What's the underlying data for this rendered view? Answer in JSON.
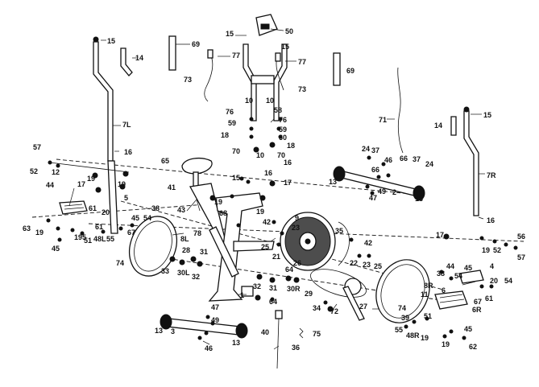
{
  "diagram": {
    "callouts": [
      {
        "id": "c1",
        "text": "15"
      },
      {
        "id": "c2",
        "text": "14"
      },
      {
        "id": "c3",
        "text": "69"
      },
      {
        "id": "c4",
        "text": "50"
      },
      {
        "id": "c5",
        "text": "15"
      },
      {
        "id": "c6",
        "text": "15"
      },
      {
        "id": "c7",
        "text": "77"
      },
      {
        "id": "c8",
        "text": "77"
      },
      {
        "id": "c9",
        "text": "73"
      },
      {
        "id": "c10",
        "text": "73"
      },
      {
        "id": "c11",
        "text": "69"
      },
      {
        "id": "c12",
        "text": "10"
      },
      {
        "id": "c13",
        "text": "10"
      },
      {
        "id": "c14",
        "text": "58"
      },
      {
        "id": "c15",
        "text": "7L"
      },
      {
        "id": "c16",
        "text": "76"
      },
      {
        "id": "c17",
        "text": "76"
      },
      {
        "id": "c18",
        "text": "59"
      },
      {
        "id": "c19",
        "text": "59"
      },
      {
        "id": "c20",
        "text": "18"
      },
      {
        "id": "c21",
        "text": "60"
      },
      {
        "id": "c22",
        "text": "18"
      },
      {
        "id": "c23",
        "text": "71"
      },
      {
        "id": "c24",
        "text": "14"
      },
      {
        "id": "c25",
        "text": "15"
      },
      {
        "id": "c26",
        "text": "57"
      },
      {
        "id": "c27",
        "text": "52"
      },
      {
        "id": "c28",
        "text": "16"
      },
      {
        "id": "c29",
        "text": "70"
      },
      {
        "id": "c30",
        "text": "10"
      },
      {
        "id": "c31",
        "text": "70"
      },
      {
        "id": "c32",
        "text": "16"
      },
      {
        "id": "c33",
        "text": "24"
      },
      {
        "id": "c34",
        "text": "37"
      },
      {
        "id": "c35",
        "text": "46"
      },
      {
        "id": "c36",
        "text": "66"
      },
      {
        "id": "c37",
        "text": "37"
      },
      {
        "id": "c38",
        "text": "24"
      },
      {
        "id": "c39",
        "text": "12"
      },
      {
        "id": "c40",
        "text": "19"
      },
      {
        "id": "c41",
        "text": "19"
      },
      {
        "id": "c42",
        "text": "65"
      },
      {
        "id": "c43",
        "text": "15"
      },
      {
        "id": "c44",
        "text": "16"
      },
      {
        "id": "c45",
        "text": "66"
      },
      {
        "id": "c46",
        "text": "7R"
      },
      {
        "id": "c47",
        "text": "44"
      },
      {
        "id": "c48",
        "text": "17"
      },
      {
        "id": "c49",
        "text": "5"
      },
      {
        "id": "c50",
        "text": "17"
      },
      {
        "id": "c51",
        "text": "13"
      },
      {
        "id": "c52",
        "text": "49"
      },
      {
        "id": "c53",
        "text": "47"
      },
      {
        "id": "c54",
        "text": "2"
      },
      {
        "id": "c55",
        "text": "13"
      },
      {
        "id": "c56",
        "text": "41"
      },
      {
        "id": "c57",
        "text": "19"
      },
      {
        "id": "c58",
        "text": "19"
      },
      {
        "id": "c59",
        "text": "43"
      },
      {
        "id": "c60",
        "text": "68"
      },
      {
        "id": "c61",
        "text": "61"
      },
      {
        "id": "c62",
        "text": "38"
      },
      {
        "id": "c63",
        "text": "20"
      },
      {
        "id": "c64",
        "text": "45"
      },
      {
        "id": "c65",
        "text": "54"
      },
      {
        "id": "c66",
        "text": "42"
      },
      {
        "id": "c67",
        "text": "9"
      },
      {
        "id": "c68",
        "text": "16"
      },
      {
        "id": "c69",
        "text": "63"
      },
      {
        "id": "c70",
        "text": "19"
      },
      {
        "id": "c71",
        "text": "61"
      },
      {
        "id": "c72",
        "text": "67"
      },
      {
        "id": "c73",
        "text": "195"
      },
      {
        "id": "c74",
        "text": "51"
      },
      {
        "id": "c75",
        "text": "48L"
      },
      {
        "id": "c76",
        "text": "55"
      },
      {
        "id": "c77",
        "text": "78"
      },
      {
        "id": "c78",
        "text": "23"
      },
      {
        "id": "c79",
        "text": "35"
      },
      {
        "id": "c80",
        "text": "17"
      },
      {
        "id": "c81",
        "text": "56"
      },
      {
        "id": "c82",
        "text": "45"
      },
      {
        "id": "c83",
        "text": "8L"
      },
      {
        "id": "c84",
        "text": "25"
      },
      {
        "id": "c85",
        "text": "42"
      },
      {
        "id": "c86",
        "text": "19"
      },
      {
        "id": "c87",
        "text": "52"
      },
      {
        "id": "c88",
        "text": "57"
      },
      {
        "id": "c89",
        "text": "74"
      },
      {
        "id": "c90",
        "text": "28"
      },
      {
        "id": "c91",
        "text": "31"
      },
      {
        "id": "c92",
        "text": "21"
      },
      {
        "id": "c93",
        "text": "33"
      },
      {
        "id": "c94",
        "text": "30L"
      },
      {
        "id": "c95",
        "text": "32"
      },
      {
        "id": "c96",
        "text": "26"
      },
      {
        "id": "c97",
        "text": "64"
      },
      {
        "id": "c98",
        "text": "22"
      },
      {
        "id": "c99",
        "text": "23"
      },
      {
        "id": "c100",
        "text": "25"
      },
      {
        "id": "c101",
        "text": "38"
      },
      {
        "id": "c102",
        "text": "4"
      },
      {
        "id": "c103",
        "text": "44"
      },
      {
        "id": "c104",
        "text": "45"
      },
      {
        "id": "c105",
        "text": "54"
      },
      {
        "id": "c106",
        "text": "32"
      },
      {
        "id": "c107",
        "text": "31"
      },
      {
        "id": "c108",
        "text": "30R"
      },
      {
        "id": "c109",
        "text": "8R"
      },
      {
        "id": "c110",
        "text": "20"
      },
      {
        "id": "c111",
        "text": "54"
      },
      {
        "id": "c112",
        "text": "11"
      },
      {
        "id": "c113",
        "text": "61"
      },
      {
        "id": "c114",
        "text": "67"
      },
      {
        "id": "c115",
        "text": "6R"
      },
      {
        "id": "c116",
        "text": "29"
      },
      {
        "id": "c117",
        "text": "34"
      },
      {
        "id": "c118",
        "text": "72"
      },
      {
        "id": "c119",
        "text": "1"
      },
      {
        "id": "c120",
        "text": "64"
      },
      {
        "id": "c121",
        "text": "27"
      },
      {
        "id": "c122",
        "text": "47"
      },
      {
        "id": "c123",
        "text": "3"
      },
      {
        "id": "c124",
        "text": "49"
      },
      {
        "id": "c125",
        "text": "13"
      },
      {
        "id": "c126",
        "text": "13"
      },
      {
        "id": "c127",
        "text": "46"
      },
      {
        "id": "c128",
        "text": "40"
      },
      {
        "id": "c129",
        "text": "75"
      },
      {
        "id": "c130",
        "text": "36"
      },
      {
        "id": "c131",
        "text": "39"
      },
      {
        "id": "c132",
        "text": "74"
      },
      {
        "id": "c133",
        "text": "51"
      },
      {
        "id": "c134",
        "text": "55"
      },
      {
        "id": "c135",
        "text": "48R"
      },
      {
        "id": "c136",
        "text": "19"
      },
      {
        "id": "c137",
        "text": "45"
      },
      {
        "id": "c138",
        "text": "19"
      },
      {
        "id": "c139",
        "text": "62"
      },
      {
        "id": "c140",
        "text": "6"
      }
    ]
  }
}
